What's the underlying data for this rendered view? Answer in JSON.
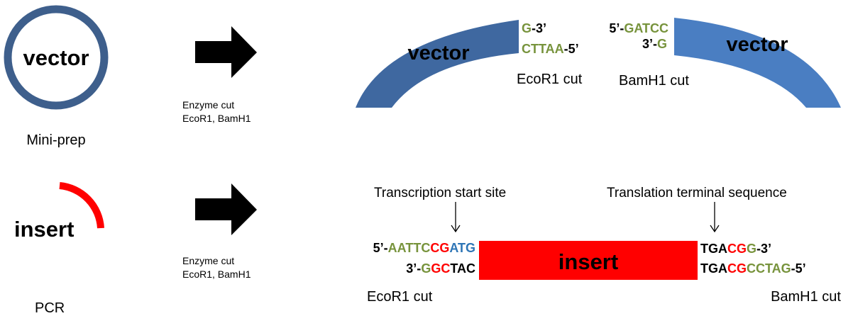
{
  "colors": {
    "vector_ring": "#3E5F8C",
    "vector_arc_left": "#3F68A0",
    "vector_arc_right": "#4A7EC2",
    "insert_red": "#FF0000",
    "seq_green": "#77933C",
    "seq_red": "#FF0000",
    "seq_blue": "#2E75B6",
    "black": "#000000"
  },
  "top_row": {
    "circle_label": "vector",
    "circle_caption": "Mini-prep",
    "enzyme_line1": "Enzyme cut",
    "enzyme_line2": "EcoR1, BamH1",
    "left_arc_label": "vector",
    "right_arc_label": "vector",
    "ecor1_top": {
      "a": "G",
      "b": "-3’"
    },
    "ecor1_bottom": {
      "a": "CTTAA",
      "b": "-5’"
    },
    "bamh1_top": {
      "a": "5’-",
      "b": "GATCC"
    },
    "bamh1_bottom": {
      "a": "3’-",
      "b": "G"
    },
    "ecor1_caption": "EcoR1 cut",
    "bamh1_caption": "BamH1 cut"
  },
  "bottom_row": {
    "insert_label": "insert",
    "pcr_caption": "PCR",
    "enzyme_line1": "Enzyme cut",
    "enzyme_line2": "EcoR1, BamH1",
    "transcription_label": "Transcription start site",
    "translation_label": "Translation terminal sequence",
    "insert_box_label": "insert",
    "left_top": {
      "p1": "5’-",
      "p2": "AATTC",
      "p3": "CG",
      "p4": "ATG"
    },
    "left_bottom": {
      "p1": "3’-",
      "p2": "G",
      "p3": "GC",
      "p4": "TAC"
    },
    "right_top": {
      "p1": "TGA",
      "p2": "CG",
      "p3": "G",
      "p4": "-3’"
    },
    "right_bottom": {
      "p1": "TGA",
      "p2": "CG",
      "p3": "CCTAG",
      "p4": "-5’"
    },
    "ecor1_caption": "EcoR1 cut",
    "bamh1_caption": "BamH1 cut"
  }
}
